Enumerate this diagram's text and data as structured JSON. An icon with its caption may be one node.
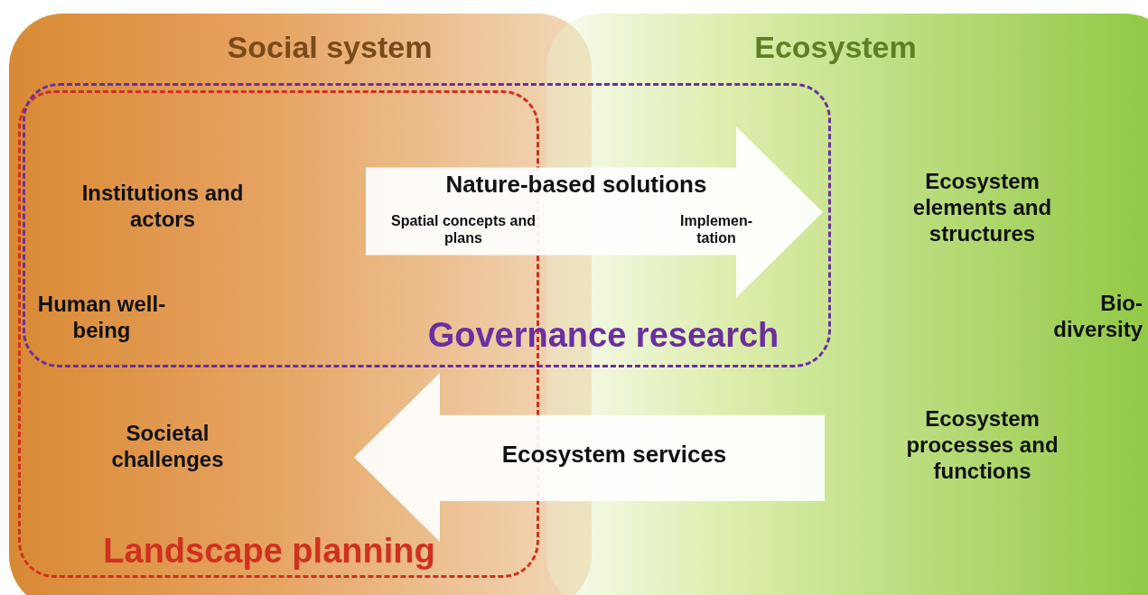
{
  "diagram": {
    "nodes": [
      {
        "text": [
          "Social system"
        ]
      },
      {
        "text": [
          "Ecosystem"
        ]
      },
      {
        "text": [
          "Governance research"
        ]
      },
      {
        "text": [
          "Landscape planning"
        ],
        "in": 0
      },
      {
        "text": [
          "Institutions and actors"
        ]
      },
      {
        "text": [
          "Nature-based solutions",
          "Spatial concepts and plans",
          "Implemen- tation"
        ],
        "in": 2
      },
      {
        "text": [
          "Ecosystem elements and structures"
        ],
        "in": 1
      },
      {
        "text": [
          "Human well-being"
        ]
      },
      {
        "text": [
          "Bio- diversity"
        ],
        "in": 1
      },
      {
        "text": [
          "Societal challenges"
        ],
        "in": 3
      },
      {
        "text": [
          "Ecosystem services"
        ]
      },
      {
        "text": [
          "Ecosystem processes and functions"
        ],
        "in": 1
      }
    ]
  }
}
